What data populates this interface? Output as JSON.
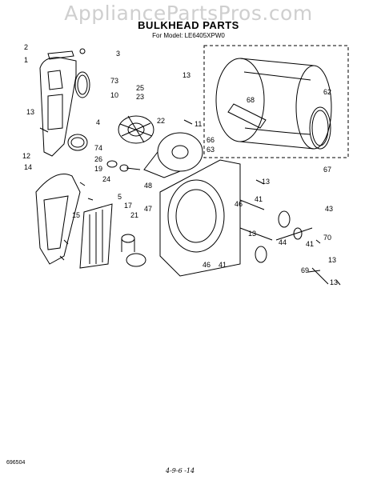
{
  "watermark": "AppliancePartsPros.com",
  "header": {
    "title": "BULKHEAD PARTS",
    "model_label": "For Model:",
    "model_number": "LE6405XPW0"
  },
  "doc_number": "696504",
  "signature": "4-9-6 -14",
  "callouts": [
    "1",
    "2",
    "3",
    "73",
    "13",
    "4",
    "10",
    "25",
    "23",
    "13",
    "22",
    "11",
    "68",
    "62",
    "66",
    "63",
    "67",
    "12",
    "14",
    "74",
    "26",
    "19",
    "24",
    "5",
    "15",
    "17",
    "21",
    "48",
    "47",
    "13",
    "46",
    "41",
    "43",
    "13",
    "44",
    "41",
    "70",
    "46",
    "41",
    "13",
    "69",
    "13"
  ]
}
